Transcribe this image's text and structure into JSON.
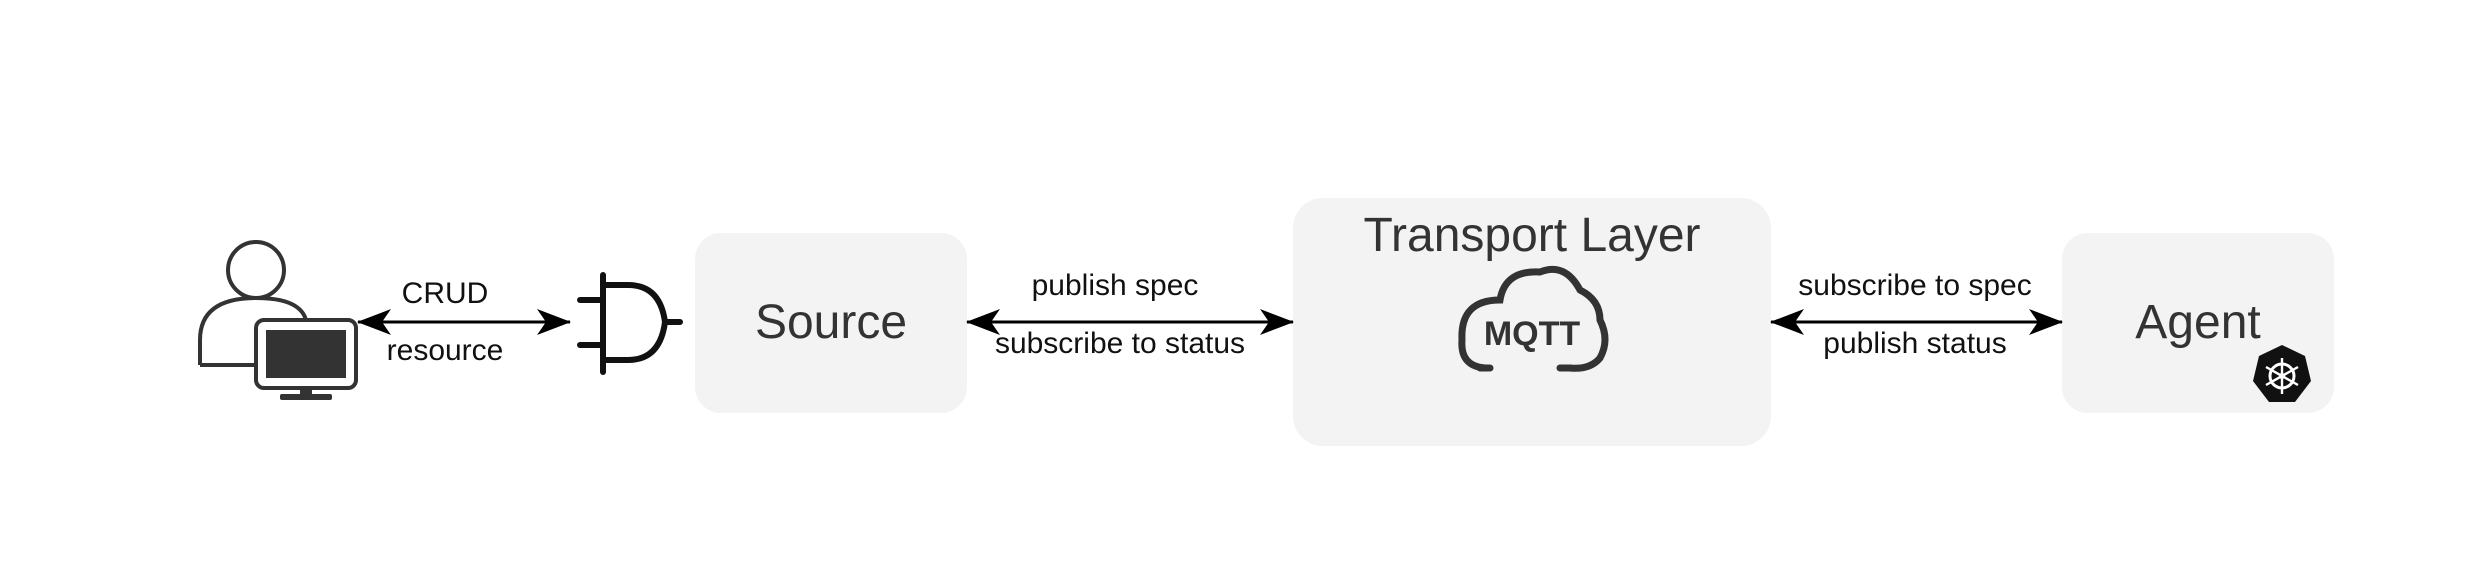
{
  "nodes": {
    "source": {
      "label": "Source"
    },
    "transport": {
      "label": "Transport Layer",
      "logo_text": "MQTT"
    },
    "agent": {
      "label": "Agent"
    }
  },
  "icons": {
    "user": "user-with-monitor-icon",
    "plug": "plug-icon",
    "cloud": "mqtt-cloud-icon",
    "kubernetes": "kubernetes-icon"
  },
  "edges": {
    "user_plug": {
      "top_label": "CRUD",
      "bottom_label": "resource"
    },
    "source_transport": {
      "top_label": "publish spec",
      "bottom_label": "subscribe to status"
    },
    "transport_agent": {
      "top_label": "subscribe to spec",
      "bottom_label": "publish status"
    }
  },
  "colors": {
    "box_fill": "#f3f3f3",
    "line": "#000000",
    "text": "#333333",
    "kubernetes_badge": "#111111"
  }
}
